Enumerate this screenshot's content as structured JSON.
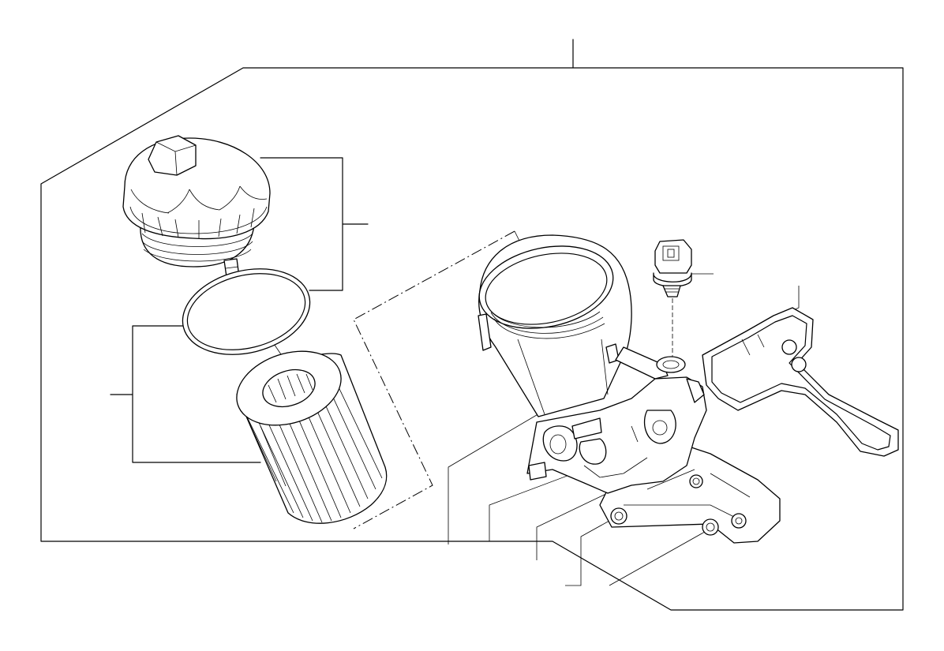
{
  "diagram": {
    "kind": "exploded-parts-drawing",
    "stroke_color": "#000000",
    "background_color": "#ffffff",
    "parts": [
      {
        "id": "filter-cap",
        "icon": "oil-filter-cap-icon"
      },
      {
        "id": "o-ring",
        "icon": "o-ring-icon"
      },
      {
        "id": "filter-element",
        "icon": "oil-filter-element-icon"
      },
      {
        "id": "filter-housing",
        "icon": "oil-filter-housing-icon"
      },
      {
        "id": "pressure-switch",
        "icon": "oil-pressure-switch-icon"
      },
      {
        "id": "gasket",
        "icon": "housing-gasket-icon"
      }
    ]
  }
}
